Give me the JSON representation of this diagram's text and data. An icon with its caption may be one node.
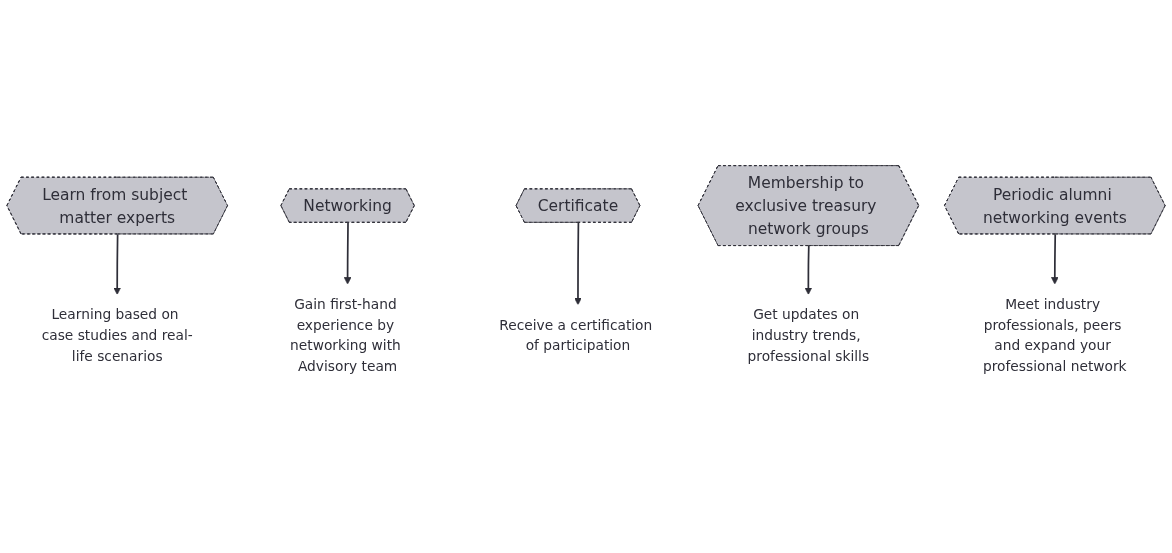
{
  "diagram": {
    "nodes": [
      {
        "text": [
          "Learn from subject matter experts"
        ]
      },
      {
        "text": [
          "Learning based on case studies and real-life scenarios"
        ]
      },
      {
        "text": [
          "Networking"
        ]
      },
      {
        "text": [
          "Gain first-hand experience by networking with Advisory team"
        ]
      },
      {
        "text": [
          "Certificate"
        ]
      },
      {
        "text": [
          "Receive a certification of participation"
        ]
      },
      {
        "text": [
          "Membership to exclusive treasury network groups"
        ]
      },
      {
        "text": [
          "Get updates on industry trends, professional skills"
        ]
      },
      {
        "text": [
          "Periodic alumni networking events"
        ]
      },
      {
        "text": [
          "Meet industry professionals, peers and expand your professional network"
        ]
      }
    ],
    "edges": [
      {
        "from": 0,
        "to": 1,
        "arrow": "to"
      },
      {
        "from": 2,
        "to": 3,
        "arrow": "to"
      },
      {
        "from": 4,
        "to": 5,
        "arrow": "to"
      },
      {
        "from": 6,
        "to": 7,
        "arrow": "to"
      },
      {
        "from": 8,
        "to": 9,
        "arrow": "to"
      }
    ]
  }
}
